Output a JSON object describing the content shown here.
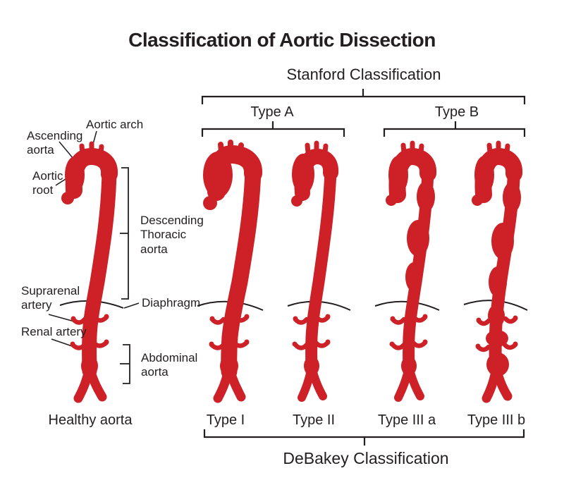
{
  "title": "Classification of Aortic Dissection",
  "colors": {
    "aorta_red": "#cd2027",
    "ink": "#231f20"
  },
  "stanford": {
    "title": "Stanford Classification",
    "groups": [
      {
        "label": "Type A"
      },
      {
        "label": "Type B"
      }
    ]
  },
  "debakey": {
    "title": "DeBakey Classification",
    "types": [
      {
        "label": "Type I"
      },
      {
        "label": "Type II"
      },
      {
        "label": "Type III a"
      },
      {
        "label": "Type III b"
      }
    ]
  },
  "healthy_aorta": {
    "caption": "Healthy aorta",
    "labels": {
      "aortic_arch": "Aortic arch",
      "ascending_aorta": "Ascending aorta",
      "aortic_root": "Aortic root",
      "descending_thoracic_aorta": "Descending Thoracic aorta",
      "suprarenal_artery": "Suprarenal artery",
      "diaphragm": "Diaphragm",
      "renal_artery": "Renal artery",
      "abdominal_aorta": "Abdominal aorta"
    }
  }
}
